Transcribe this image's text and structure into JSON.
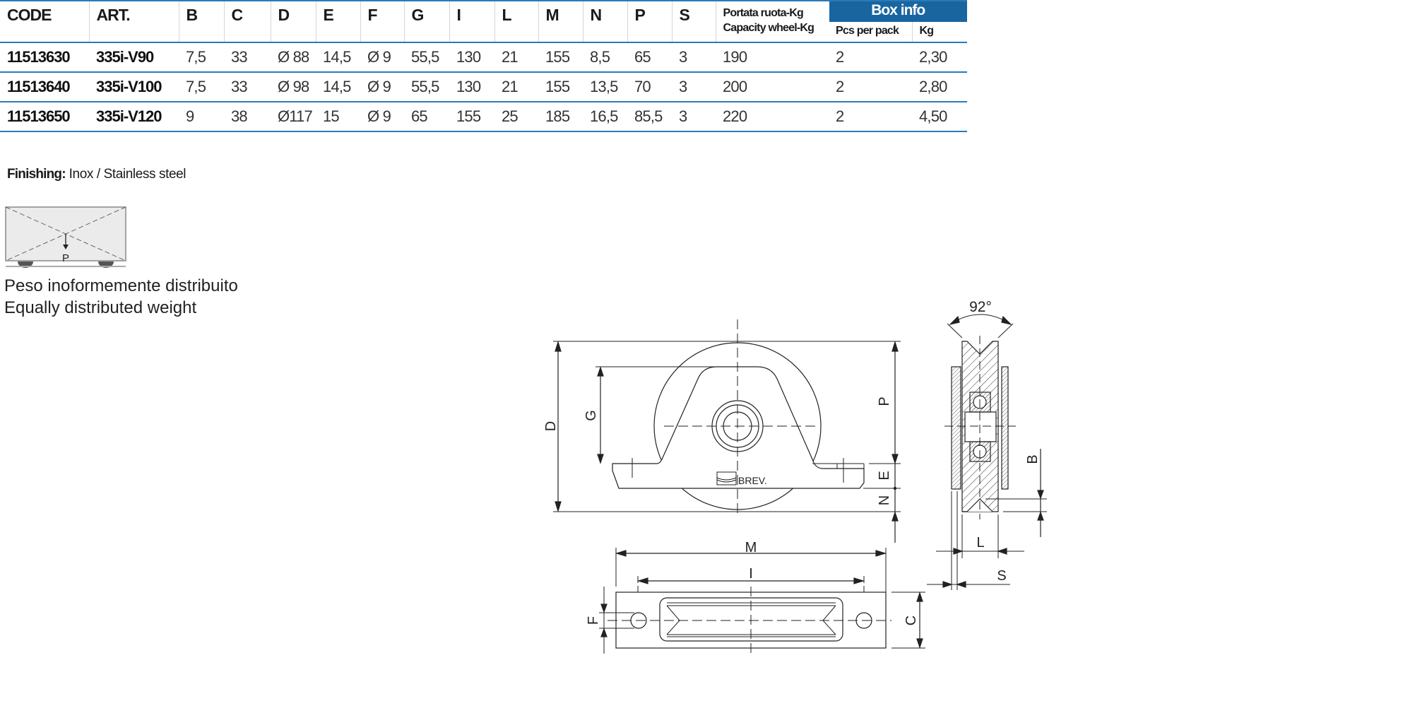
{
  "table": {
    "headers": [
      "CODE",
      "ART.",
      "B",
      "C",
      "D",
      "E",
      "F",
      "G",
      "I",
      "L",
      "M",
      "N",
      "P",
      "S"
    ],
    "capacity_header": {
      "line1": "Portata ruota-Kg",
      "line2": "Capacity wheel-Kg"
    },
    "box_info": {
      "title": "Box info",
      "pcs": "Pcs per pack",
      "kg": "Kg"
    },
    "accent_color": "#1865a0",
    "rows": [
      [
        "11513630",
        "335i-V90",
        "7,5",
        "33",
        "Ø 88",
        "14,5",
        "Ø 9",
        "55,5",
        "130",
        "21",
        "155",
        "8,5",
        "65",
        "3",
        "190",
        "2",
        "2,30"
      ],
      [
        "11513640",
        "335i-V100",
        "7,5",
        "33",
        "Ø 98",
        "14,5",
        "Ø 9",
        "55,5",
        "130",
        "21",
        "155",
        "13,5",
        "70",
        "3",
        "200",
        "2",
        "2,80"
      ],
      [
        "11513650",
        "335i-V120",
        "9",
        "38",
        "Ø117",
        "15",
        "Ø 9",
        "65",
        "155",
        "25",
        "185",
        "16,5",
        "85,5",
        "3",
        "220",
        "2",
        "4,50"
      ]
    ]
  },
  "finishing": {
    "label": "Finishing:",
    "value": " Inox / Stainless steel"
  },
  "load": {
    "symbol": "P",
    "line1": "Peso inoformemente distribuito",
    "line2": "Equally distributed weight"
  },
  "drawing": {
    "D": "D",
    "G": "G",
    "P": "P",
    "E": "E",
    "N": "N",
    "angle": "92°",
    "B": "B",
    "L": "L",
    "S": "S",
    "M": "M",
    "I": "I",
    "F": "F",
    "C": "C",
    "brand": "BREV."
  }
}
